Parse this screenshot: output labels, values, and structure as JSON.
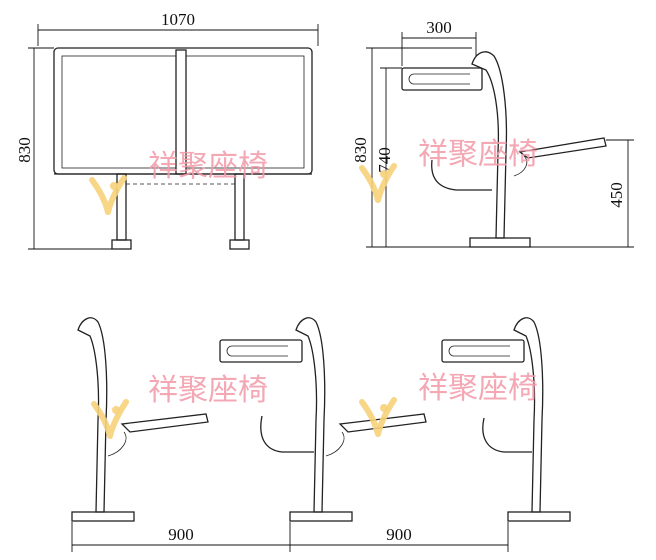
{
  "dimensions": {
    "desk_width": "1070",
    "desk_height": "830",
    "tablet_depth": "300",
    "side_height": "830",
    "tablet_height": "740",
    "seat_height": "450",
    "row_pitch_1": "900",
    "row_pitch_2": "900"
  },
  "watermark": {
    "text": "祥聚座椅",
    "color": "#f29aa8",
    "logo_color": "#f6d27a"
  }
}
